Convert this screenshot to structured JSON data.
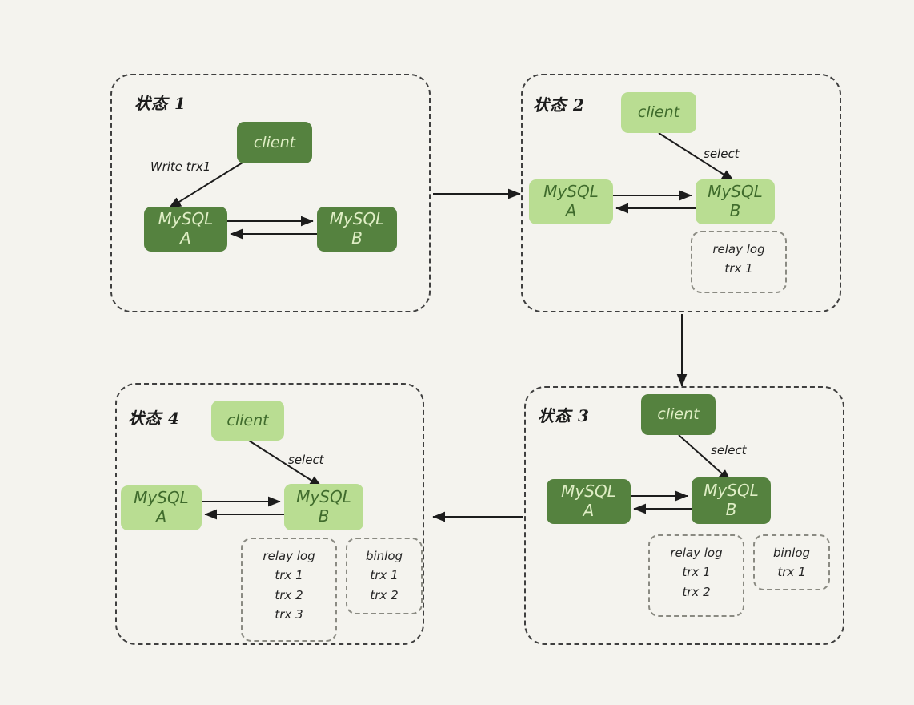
{
  "diagram": {
    "title": "MySQL master-slave replication state progression",
    "background_color": "#f4f3ee",
    "colors": {
      "node_dark": "#55823f",
      "node_dark_text": "#dfeec5",
      "node_light": "#b9dd92",
      "node_light_text": "#3f6b2c",
      "panel_border": "#3f3f3f",
      "logbox_border": "#8a8a82",
      "arrow": "#1c1c1c"
    }
  },
  "panels": [
    {
      "id": "state1",
      "title": "状态 1",
      "client": {
        "label": "client",
        "style": "dark"
      },
      "db_a": {
        "line1": "MySQL",
        "line2": "A",
        "style": "dark"
      },
      "db_b": {
        "line1": "MySQL",
        "line2": "B",
        "style": "dark"
      },
      "client_edge_label": "Write trx1",
      "logs": []
    },
    {
      "id": "state2",
      "title": "状态 2",
      "client": {
        "label": "client",
        "style": "light"
      },
      "db_a": {
        "line1": "MySQL",
        "line2": "A",
        "style": "light"
      },
      "db_b": {
        "line1": "MySQL",
        "line2": "B",
        "style": "light"
      },
      "client_edge_label": "select",
      "logs": [
        {
          "name": "relay-log",
          "title": "relay log",
          "entries": [
            "trx 1"
          ]
        }
      ]
    },
    {
      "id": "state3",
      "title": "状态 3",
      "client": {
        "label": "client",
        "style": "dark"
      },
      "db_a": {
        "line1": "MySQL",
        "line2": "A",
        "style": "dark"
      },
      "db_b": {
        "line1": "MySQL",
        "line2": "B",
        "style": "dark"
      },
      "client_edge_label": "select",
      "logs": [
        {
          "name": "relay-log",
          "title": "relay log",
          "entries": [
            "trx 1",
            "trx 2"
          ]
        },
        {
          "name": "binlog",
          "title": "binlog",
          "entries": [
            "trx 1"
          ]
        }
      ]
    },
    {
      "id": "state4",
      "title": "状态 4",
      "client": {
        "label": "client",
        "style": "light"
      },
      "db_a": {
        "line1": "MySQL",
        "line2": "A",
        "style": "light"
      },
      "db_b": {
        "line1": "MySQL",
        "line2": "B",
        "style": "light"
      },
      "client_edge_label": "select",
      "logs": [
        {
          "name": "relay-log",
          "title": "relay log",
          "entries": [
            "trx 1",
            "trx 2",
            "trx 3"
          ]
        },
        {
          "name": "binlog",
          "title": "binlog",
          "entries": [
            "trx 1",
            "trx 2"
          ]
        }
      ]
    }
  ],
  "flow": {
    "s1_to_s2": "arrow-right",
    "s2_to_s3": "arrow-down",
    "s3_to_s4": "arrow-left"
  },
  "p1": {
    "title": "状态 1",
    "client": "client",
    "a1": "MySQL",
    "a2": "A",
    "b1": "MySQL",
    "b2": "B",
    "edge": "Write trx1"
  },
  "p2": {
    "title": "状态 2",
    "client": "client",
    "a1": "MySQL",
    "a2": "A",
    "b1": "MySQL",
    "b2": "B",
    "edge": "select",
    "relay_title": "relay log",
    "relay_1": "trx 1"
  },
  "p3": {
    "title": "状态 3",
    "client": "client",
    "a1": "MySQL",
    "a2": "A",
    "b1": "MySQL",
    "b2": "B",
    "edge": "select",
    "relay_title": "relay log",
    "relay_1": "trx 1",
    "relay_2": "trx 2",
    "binlog_title": "binlog",
    "binlog_1": "trx 1"
  },
  "p4": {
    "title": "状态 4",
    "client": "client",
    "a1": "MySQL",
    "a2": "A",
    "b1": "MySQL",
    "b2": "B",
    "edge": "select",
    "relay_title": "relay log",
    "relay_1": "trx 1",
    "relay_2": "trx 2",
    "relay_3": "trx 3",
    "binlog_title": "binlog",
    "binlog_1": "trx 1",
    "binlog_2": "trx 2"
  }
}
